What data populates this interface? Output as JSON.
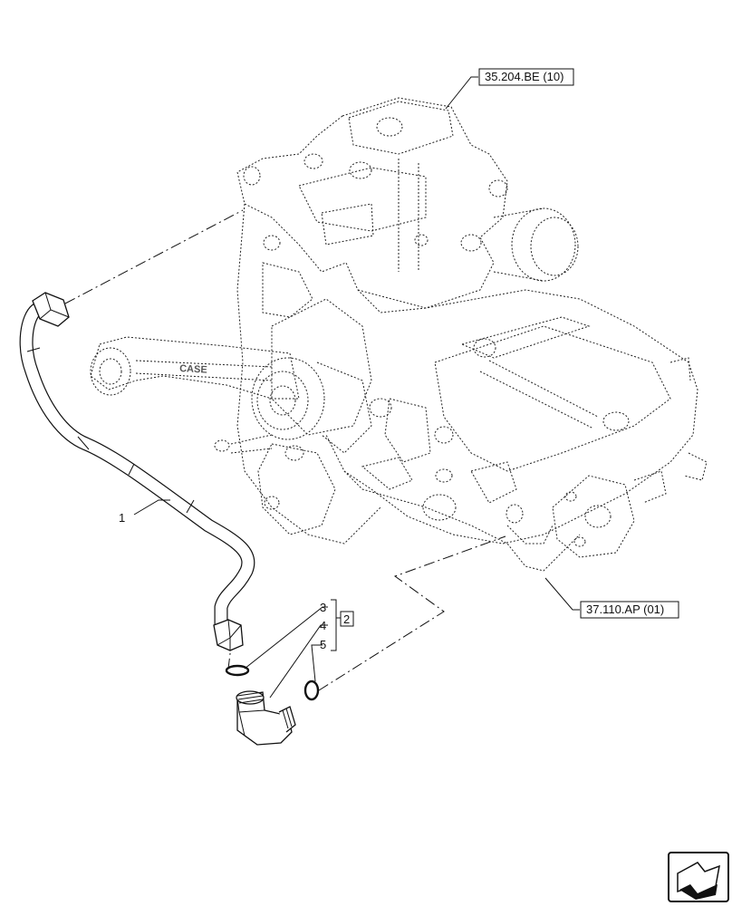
{
  "callouts": {
    "ref_top": "35.204.BE (10)",
    "ref_bottom": "37.110.AP (01)",
    "item_1": "1",
    "item_2": "2",
    "item_3": "3",
    "item_4": "4",
    "item_5": "5"
  },
  "casting_text": "CASE",
  "icons": [
    "navigation-arrow-icon"
  ]
}
